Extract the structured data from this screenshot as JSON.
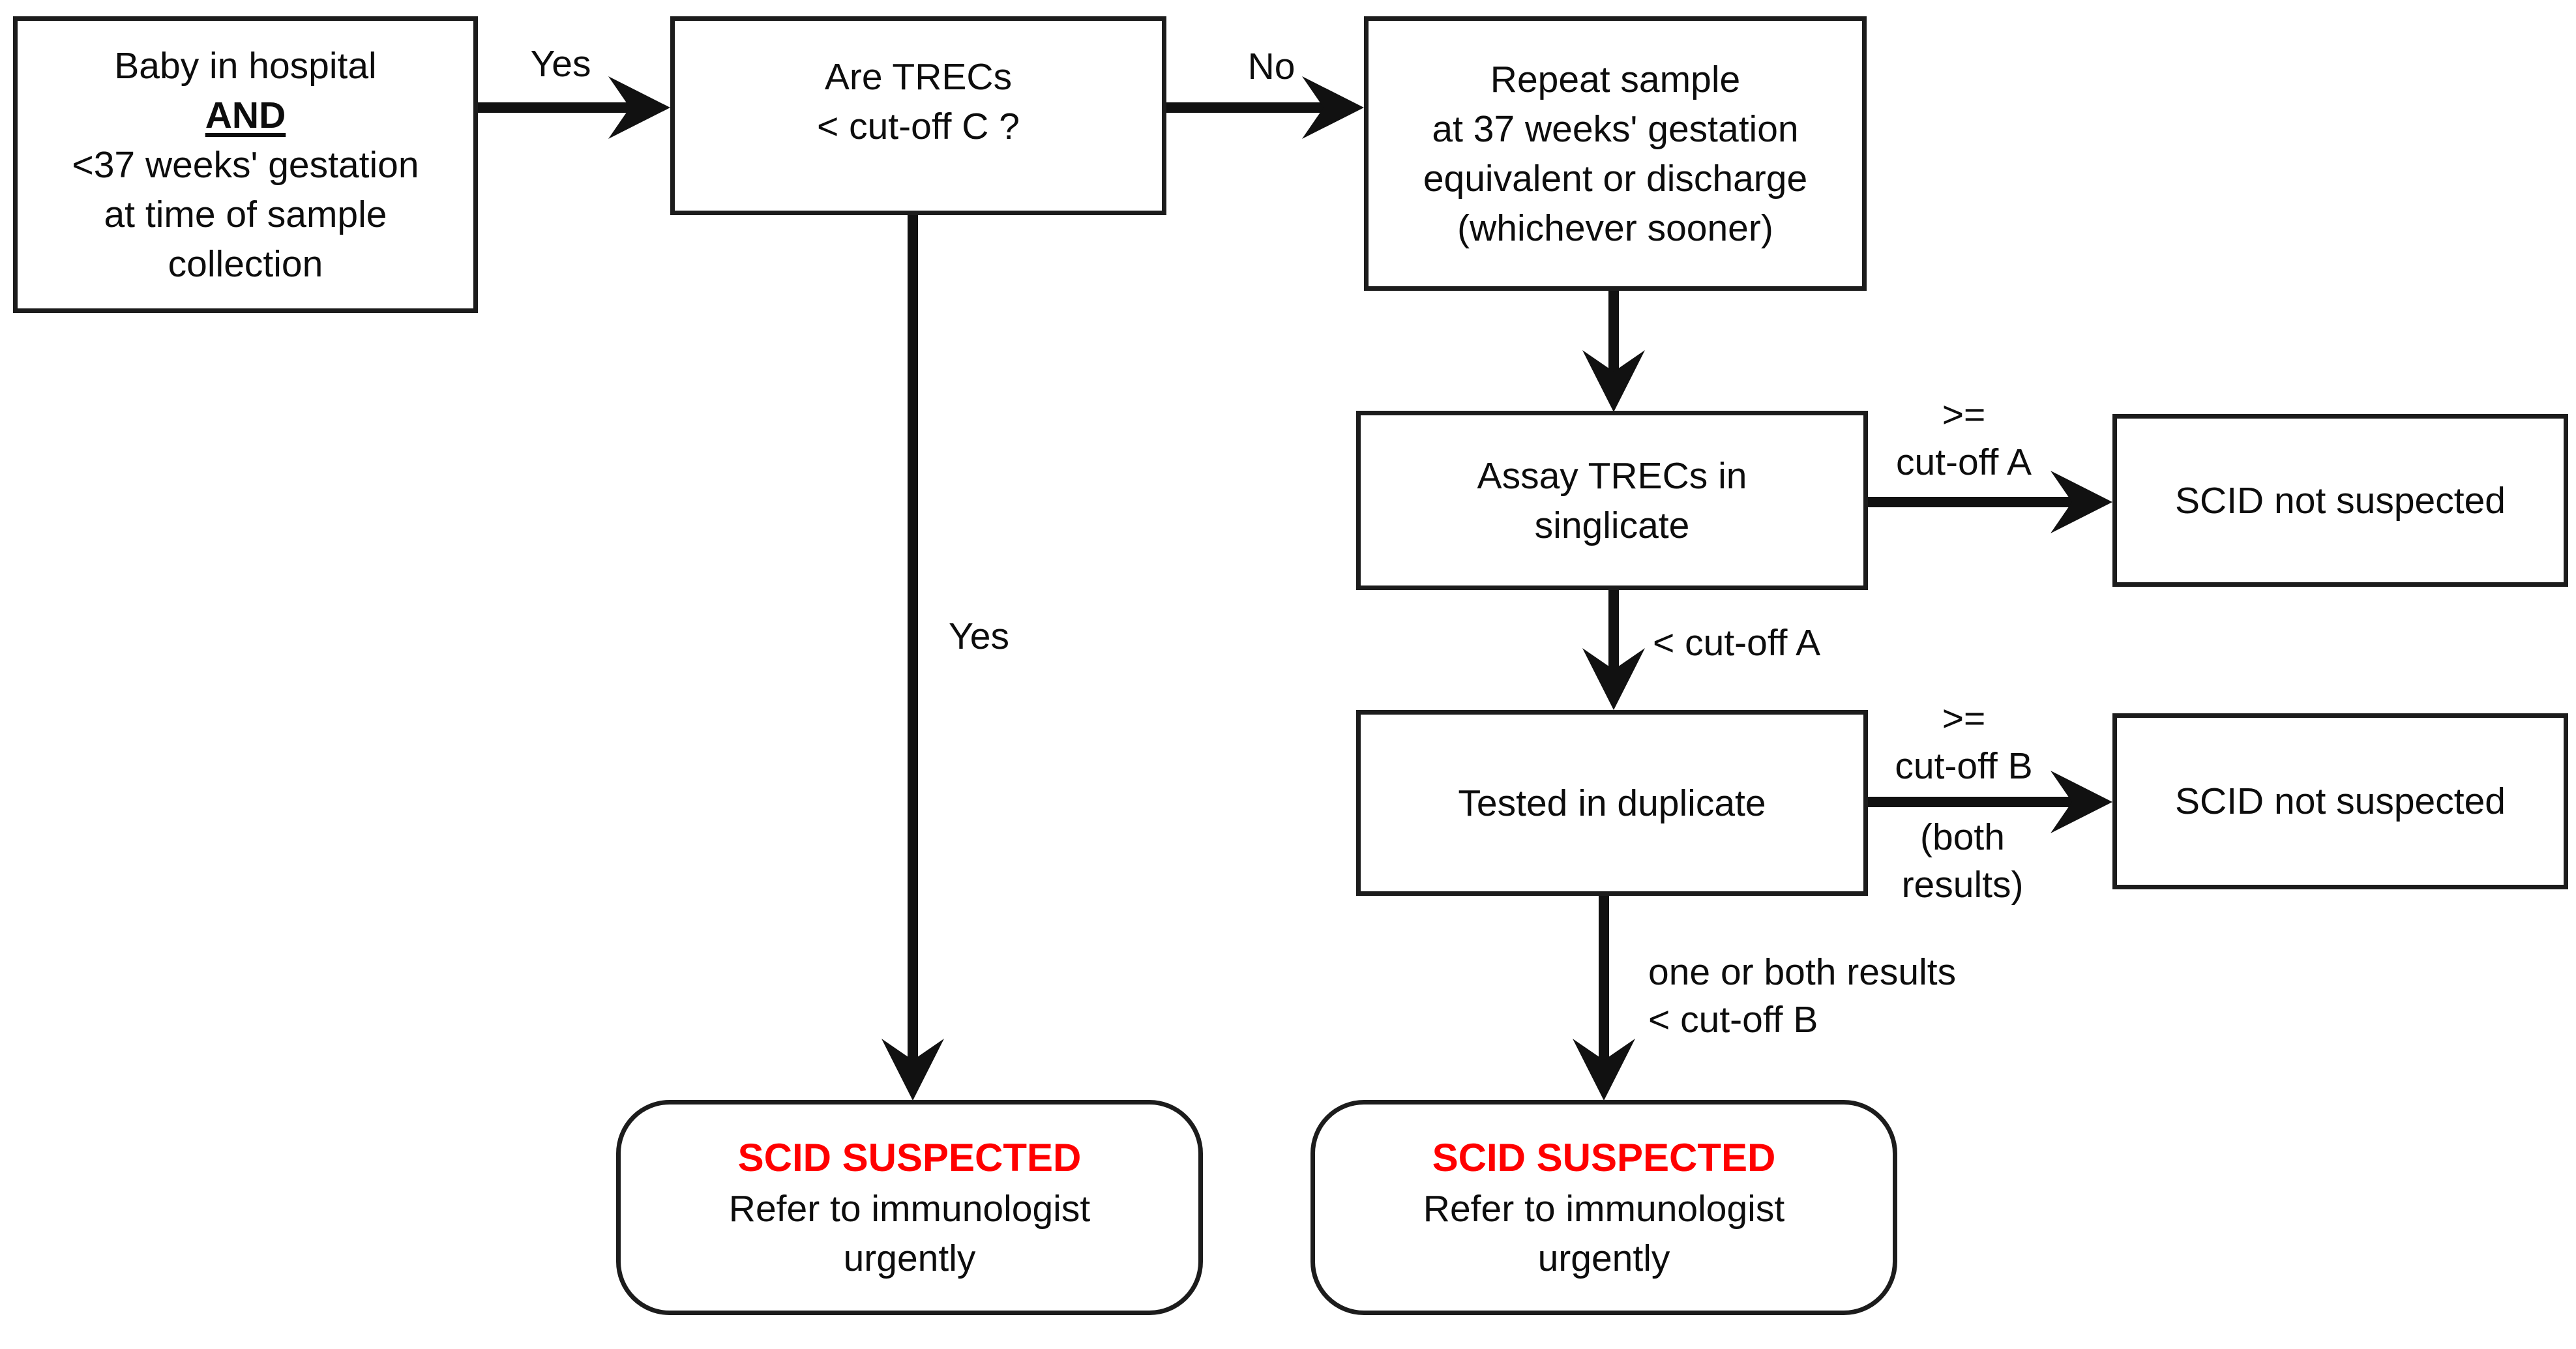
{
  "diagram": {
    "title": "SCID newborn screening flowchart for babies born at less than 37 weeks' gestation",
    "colors": {
      "alert_red": "#ff0000",
      "line_black": "#111111",
      "box_border": "#1c1c1c",
      "background": "#ffffff"
    },
    "nodes": {
      "baby": {
        "line1": "Baby in hospital",
        "line2": "AND",
        "line3": "<37 weeks' gestation",
        "line4": "at time of sample",
        "line5": "collection"
      },
      "trecs_question": {
        "line1": "Are TRECs",
        "line2": "< cut-off C ?"
      },
      "repeat_sample": {
        "line1": "Repeat sample",
        "line2": "at 37 weeks' gestation",
        "line3": "equivalent or discharge",
        "line4": "(whichever sooner)"
      },
      "assay_singlicate": {
        "line1": "Assay TRECs in",
        "line2": "singlicate"
      },
      "tested_duplicate": {
        "line1": "Tested in duplicate"
      },
      "not_suspected_a": {
        "line1": "SCID not suspected"
      },
      "not_suspected_b": {
        "line1": "SCID not suspected"
      },
      "scid_suspected_left": {
        "title": "SCID SUSPECTED",
        "line2": "Refer to immunologist",
        "line3": "urgently"
      },
      "scid_suspected_mid": {
        "title": "SCID SUSPECTED",
        "line2": "Refer to immunologist",
        "line3": "urgently"
      }
    },
    "edge_labels": {
      "yes_top": "Yes",
      "no_top": "No",
      "yes_long": "Yes",
      "gte_cutoff_a_line1": ">=",
      "gte_cutoff_a_line2": "cut-off A",
      "lt_cutoff_a": "< cut-off A",
      "gte_cutoff_b_line1": ">=",
      "gte_cutoff_b_line2": "cut-off B",
      "gte_cutoff_b_line3": "(both",
      "gte_cutoff_b_line4": "results)",
      "one_or_both_line1": "one or both results",
      "one_or_both_line2": "< cut-off B"
    }
  }
}
